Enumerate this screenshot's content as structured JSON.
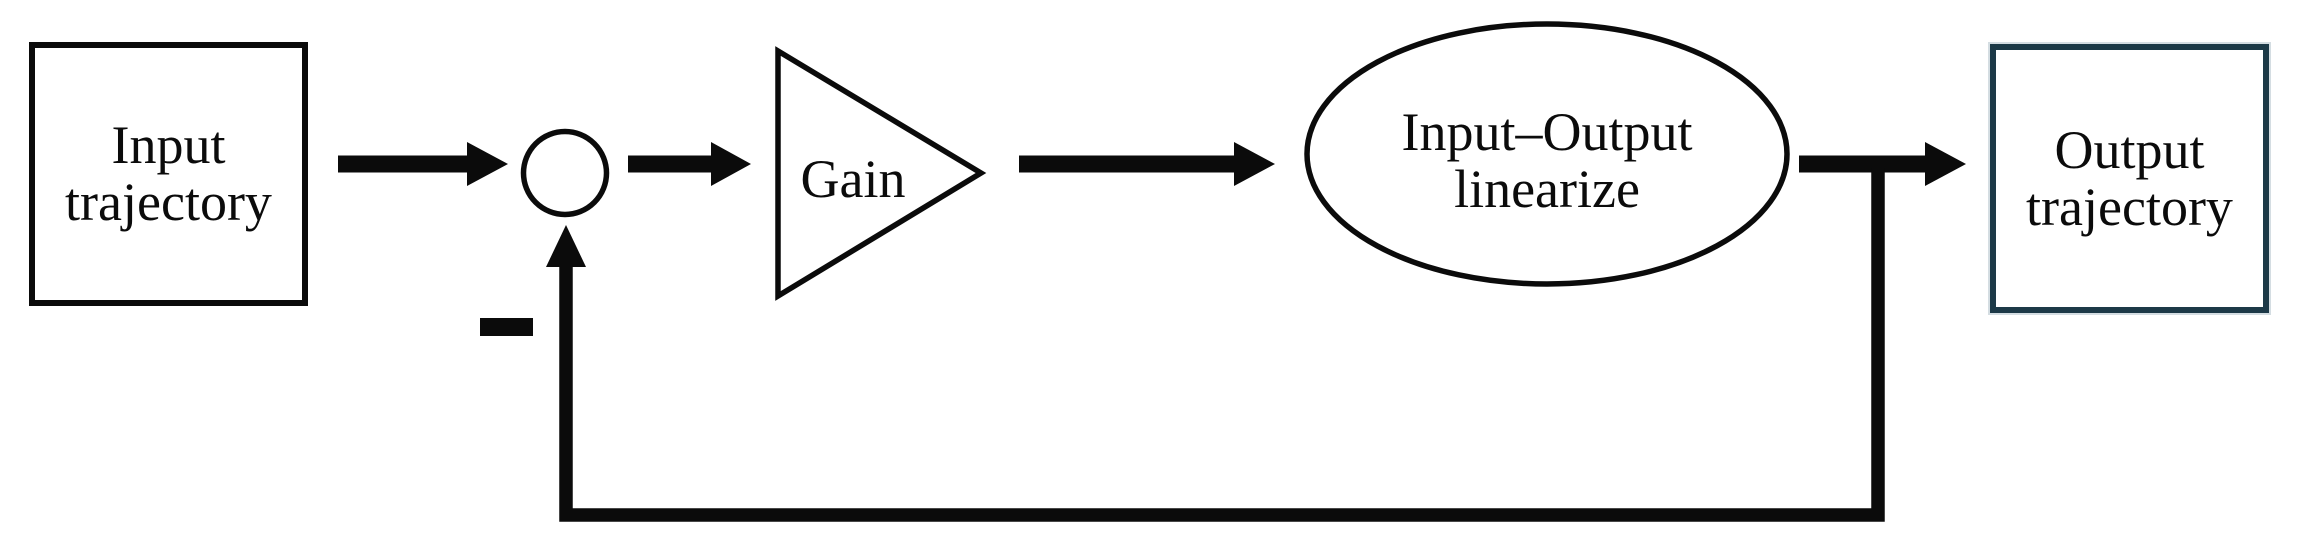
{
  "blocks": {
    "input_box": {
      "line1": "Input",
      "line2": "trajectory"
    },
    "summing_junction": {
      "feedback_sign": "−"
    },
    "gain_block": {
      "label": "Gain"
    },
    "linearize_block": {
      "line1": "Input–Output",
      "line2": "linearize"
    },
    "output_box": {
      "line1": "Output",
      "line2": "trajectory"
    }
  },
  "colors": {
    "stroke": "#0b0b0b",
    "output_box_border": "#1c3947",
    "background": "#ffffff"
  }
}
